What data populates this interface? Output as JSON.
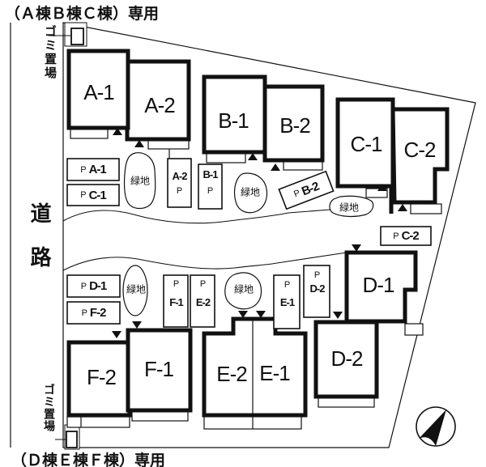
{
  "notes": {
    "top": "（Ａ棟Ｂ棟Ｃ棟）専用",
    "bottom": "（Ｄ棟Ｅ棟Ｆ棟）専用"
  },
  "road": {
    "label": "道路"
  },
  "garbage": {
    "top": "ゴミ置場",
    "bottom": "ゴミ置場"
  },
  "green": {
    "label": "緑地"
  },
  "buildings": {
    "a1": "A-1",
    "a2": "A-2",
    "b1": "B-1",
    "b2": "B-2",
    "c1": "C-1",
    "c2": "C-2",
    "d1": "D-1",
    "d2": "D-2",
    "e1": "E-1",
    "e2": "E-2",
    "f1": "F-1",
    "f2": "F-2"
  },
  "parking": {
    "pa1": {
      "p": "P",
      "label": "A-1"
    },
    "pc1": {
      "p": "P",
      "label": "C-1"
    },
    "pa2": {
      "p": "P",
      "label": "A-2"
    },
    "pb1": {
      "p": "P",
      "label": "B-1"
    },
    "pb2": {
      "p": "P",
      "label": "B-2"
    },
    "pc2": {
      "p": "P",
      "label": "C-2"
    },
    "pd1": {
      "p": "P",
      "label": "D-1"
    },
    "pf2": {
      "p": "P",
      "label": "F-2"
    },
    "pf1": {
      "p": "P",
      "label": "F-1"
    },
    "pe2": {
      "p": "P",
      "label": "E-2"
    },
    "pe1": {
      "p": "P",
      "label": "E-1"
    },
    "pd2": {
      "p": "P",
      "label": "D-2"
    }
  },
  "icons": {
    "compass": "north-arrow-icon",
    "entrance_up": "triangle-up-marker",
    "entrance_down": "triangle-down-marker"
  },
  "colors": {
    "line": "#111111",
    "background": "#ffffff"
  }
}
